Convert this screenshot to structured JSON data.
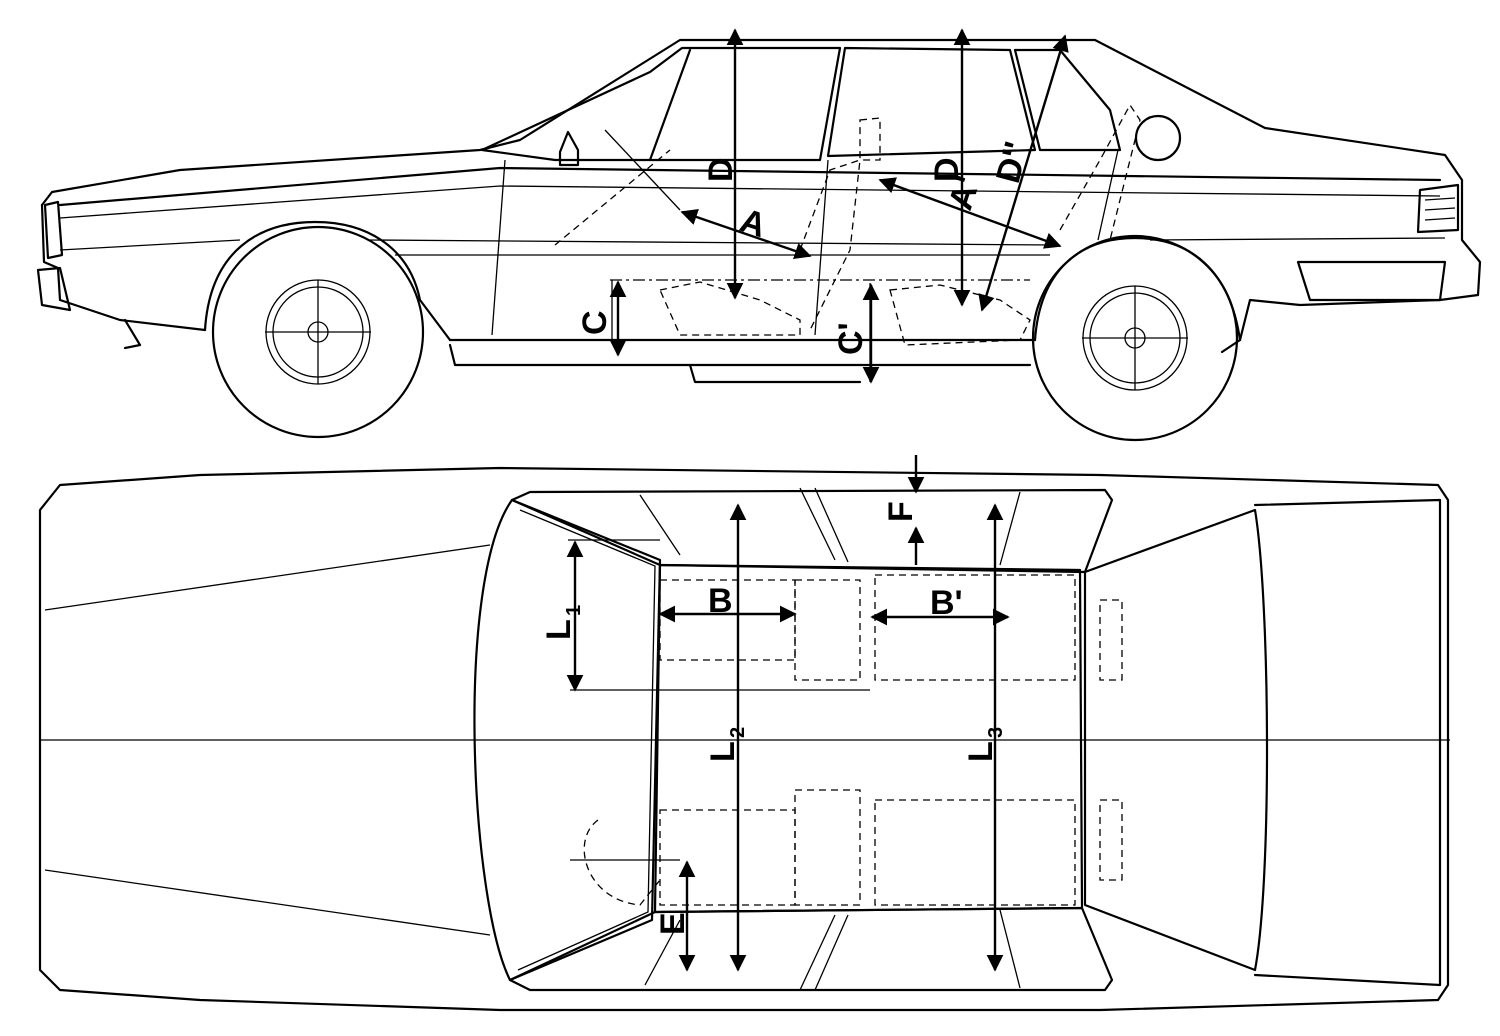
{
  "labels": {
    "A": "A",
    "A_prime": "A'",
    "B": "B",
    "B_prime": "B'",
    "C": "C",
    "C_prime": "C'",
    "D": "D",
    "D_prime": "D'",
    "D_double_prime": "D''",
    "E": "E",
    "F": "F",
    "L": "L",
    "L1_sub": "1",
    "L2_sub": "2",
    "L3_sub": "3"
  }
}
